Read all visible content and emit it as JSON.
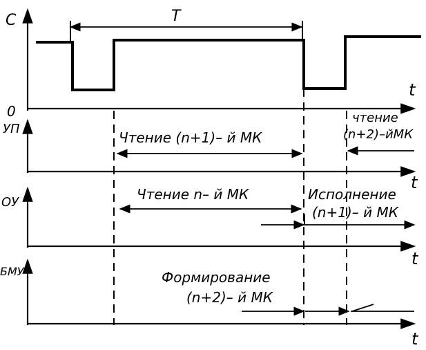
{
  "diagram": {
    "signal_axis_label": "C",
    "origin_label": "0",
    "time_label": "t",
    "period_label": "T",
    "rows": [
      {
        "label": "УП",
        "annotations": [
          "Чтение (n+1)– й МК",
          "чтение",
          "(n+2)–йМК"
        ]
      },
      {
        "label": "ОУ",
        "annotations": [
          "Чтение n– й МК",
          "Исполнение",
          "(n+1)– й МК"
        ]
      },
      {
        "label": "БМУ",
        "annotations": [
          "Формирование",
          "(n+2)– й МК"
        ]
      }
    ]
  }
}
